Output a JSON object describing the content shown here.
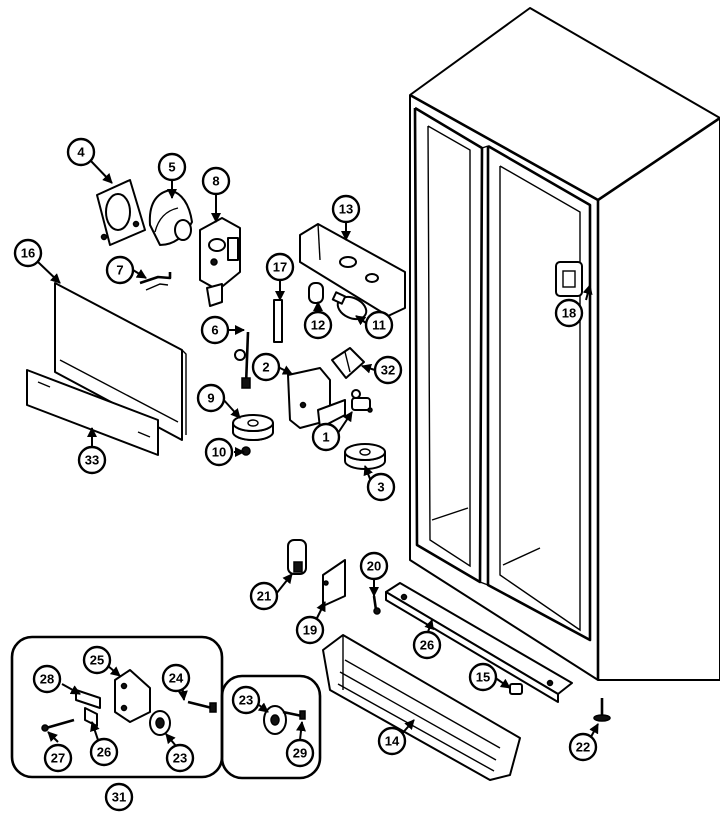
{
  "callouts": {
    "c1": "1",
    "c2": "2",
    "c3": "3",
    "c4": "4",
    "c5": "5",
    "c6": "6",
    "c7": "7",
    "c8": "8",
    "c9": "9",
    "c10": "10",
    "c11": "11",
    "c12": "12",
    "c13": "13",
    "c14": "14",
    "c15": "15",
    "c16": "16",
    "c17": "17",
    "c18": "18",
    "c19": "19",
    "c20": "20",
    "c21": "21",
    "c22": "22",
    "c23a": "23",
    "c23b": "23",
    "c24": "24",
    "c25": "25",
    "c26a": "26",
    "c26b": "26",
    "c27": "27",
    "c28": "28",
    "c29": "29",
    "c31": "31",
    "c32": "32",
    "c33": "33"
  }
}
